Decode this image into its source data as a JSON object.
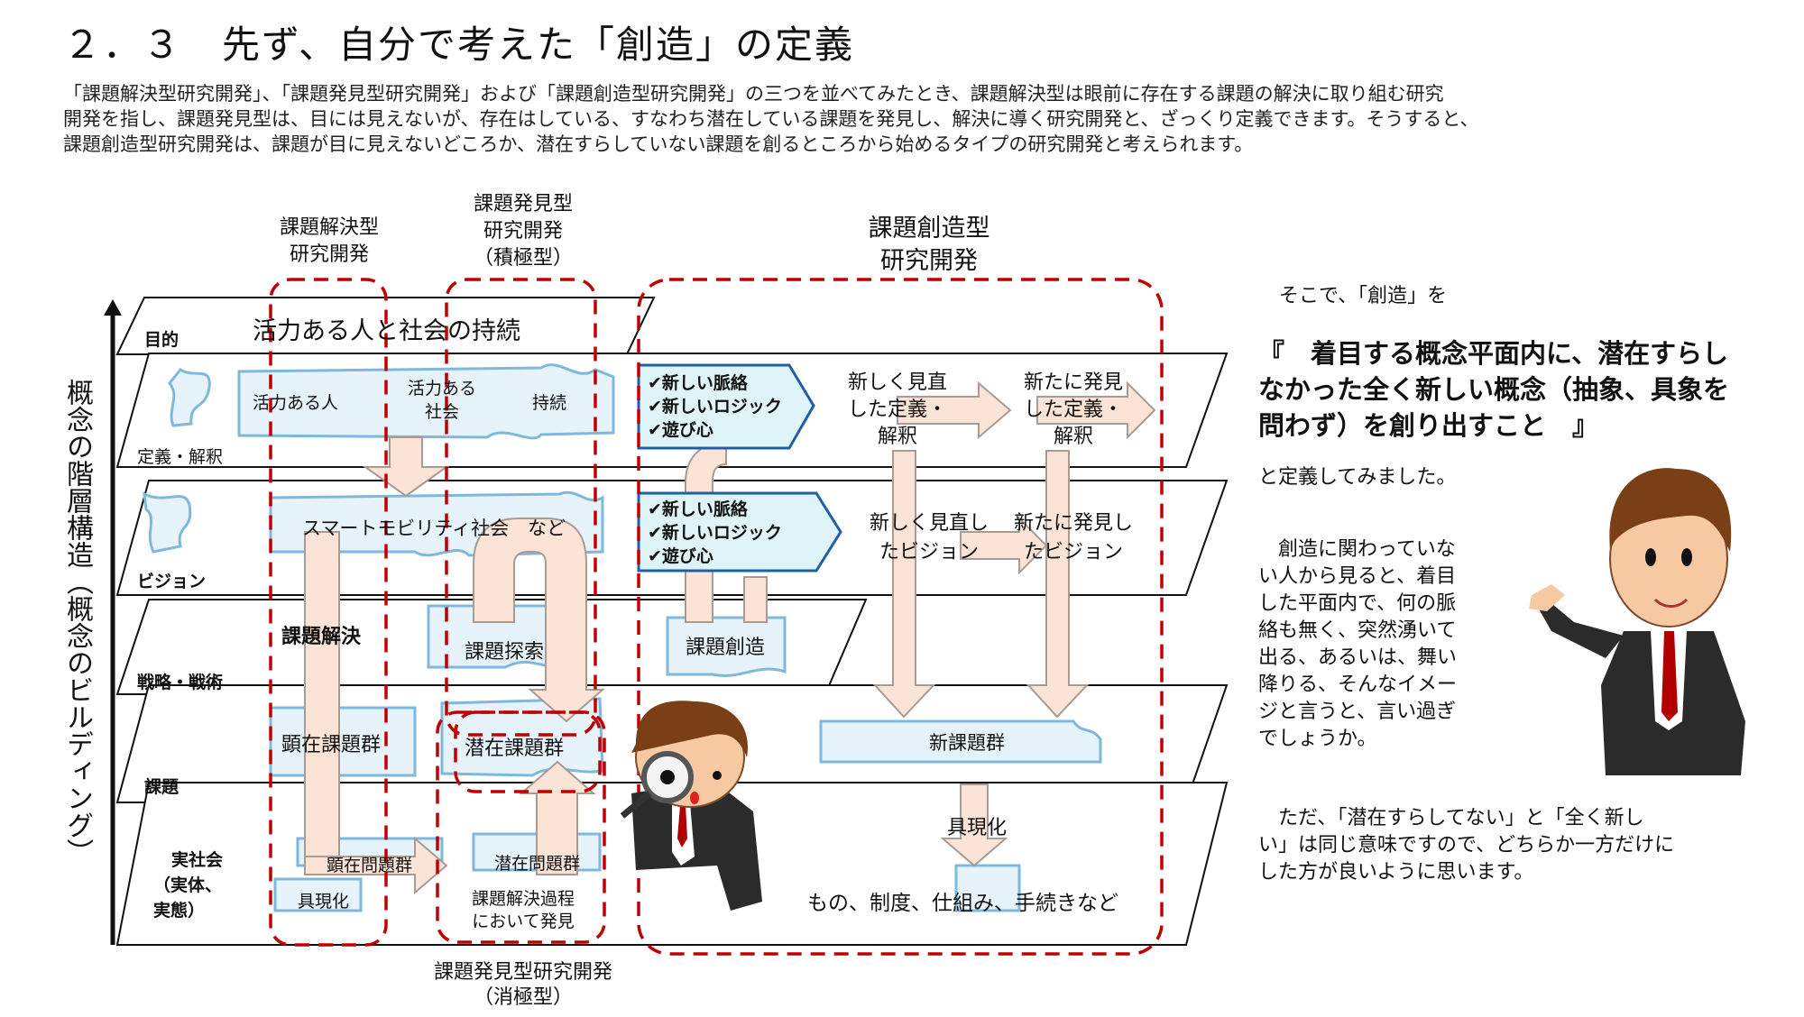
{
  "title": "２．３　先ず、自分で考えた「創造」の定義",
  "intro": [
    "「課題解決型研究開発」、「課題発見型研究開発」および「課題創造型研究開発」の三つを並べてみたとき、課題解決型は眼前に存在する課題の解決に取り組む研究",
    "開発を指し、課題発見型は、目には見えないが、存在はしている、すなわち潜在している課題を発見し、解決に導く研究開発と、ざっくり定義できます。そうすると、",
    "課題創造型研究開発は、課題が目に見えないどころか、潜在すらしていない課題を創るところから始めるタイプの研究開発と考えられます。"
  ],
  "columns": {
    "solve_line1": "課題解決型",
    "solve_line2": "研究開発",
    "discover_line1": "課題発見型",
    "discover_line2": "研究開発",
    "discover_line3": "（積極型）",
    "create_line1": "課題創造型",
    "create_line2": "研究開発",
    "passive_line1": "課題発見型研究開発",
    "passive_line2": "（消極型）"
  },
  "axis_label": "概念の階層構造（概念のビルディング）",
  "layers": {
    "purpose": "目的",
    "definition": "定義・解釈",
    "vision": "ビジョン",
    "strategy": "戦略・戦術",
    "issue": "課題",
    "society_line1": "実社会",
    "society_line2": "（実体、",
    "society_line3": "実態）"
  },
  "diagram": {
    "purpose_text": "活力ある人と社会の持続",
    "def_person": "活力ある人",
    "def_vital1": "活力ある",
    "def_vital2": "社会",
    "def_sustain": "持続",
    "vision_text": "スマートモビリティ社会　など",
    "solve_label": "課題解決",
    "explore_label": "課題探索",
    "create_label": "課題創造",
    "visible_issues": "顕在課題群",
    "latent_issues": "潜在課題群",
    "new_issues": "新課題群",
    "visible_problems": "顕在問題群",
    "latent_problems": "潜在問題群",
    "realize1": "具現化",
    "realize2": "具現化",
    "found1": "課題解決過程",
    "found2": "において発見",
    "things": "もの、制度、仕組み、手続きなど",
    "box1": [
      "✔新しい脈絡",
      "✔新しいロジック",
      "✔遊び心"
    ],
    "box2": [
      "✔新しい脈絡",
      "✔新しいロジック",
      "✔遊び心"
    ],
    "redef1a": "新しく見直",
    "redef1b": "した定義・",
    "redef1c": "解釈",
    "newdef1a": "新たに発見",
    "newdef1b": "した定義・",
    "newdef1c": "解釈",
    "revis1": "新しく見直し",
    "revis2": "たビジョン",
    "newvis1": "新たに発見し",
    "newvis2": "たビジョン"
  },
  "right": {
    "intro": "そこで、「創造」を",
    "definition": [
      "『　着目する概念平面内に、潜在すらし",
      "なかった全く新しい概念（抽象、具象を",
      "問わず）を創り出すこと　』"
    ],
    "after": "と定義してみました。",
    "para1": [
      "　創造に関わっていな",
      "い人から見ると、着目",
      "した平面内で、何の脈",
      "絡も無く、突然湧いて",
      "出る、あるいは、舞い",
      "降りる、そんなイメー",
      "ジと言うと、言い過ぎ",
      "でしょうか。"
    ],
    "para2": [
      "　ただ、「潜在すらしてない」と「全く新し",
      "い」は同じ意味ですので、どちらか一方だけに",
      "した方が良いように思います。"
    ]
  },
  "colors": {
    "red_dash": "#c00000",
    "arrow_fill": "#fbe3d6",
    "puzzle_fill": "#e6f3fb",
    "puzzle_stroke": "#7fb8dc",
    "box_fill": "#dff4f8",
    "box_stroke": "#1f5fa8"
  }
}
